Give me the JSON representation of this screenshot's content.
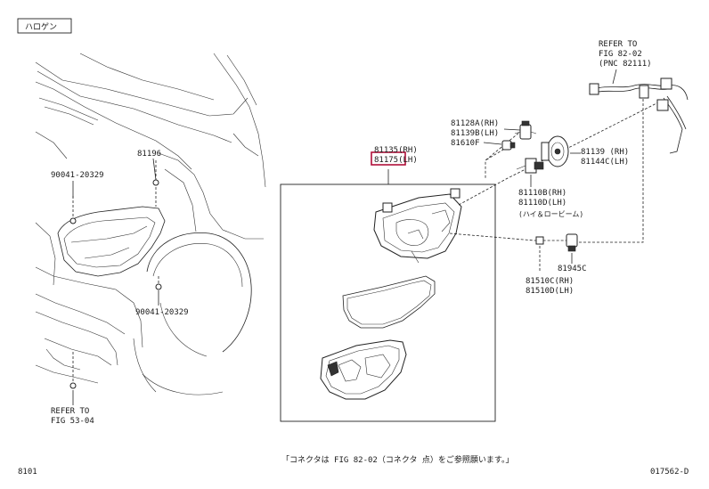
{
  "header": {
    "tag": "ハロゲン"
  },
  "footer": {
    "left_code": "8101",
    "note": "「コネクタは FIG 82-02（コネクタ 点）をご参照願います。」",
    "right_code": "017562-D"
  },
  "refs": {
    "fig82_l1": "REFER TO",
    "fig82_l2": "FIG 82-02",
    "fig82_l3": "(PNC 82111)",
    "fig53_l1": "REFER TO",
    "fig53_l2": "FIG 53-04"
  },
  "parts": {
    "p81196": "81196",
    "p90041_top": "90041-20329",
    "p90041_bottom": "90041-20329",
    "p81135": "81135(RH)",
    "p81175": "81175(LH)",
    "p81128a": "81128A(RH)",
    "p81139b": "81139B(LH)",
    "p81610f": "81610F",
    "p81139": "81139 (RH)",
    "p81144c": "81144C(LH)",
    "p81110b": "81110B(RH)",
    "p81110d": "81110D(LH)",
    "p81110_note": "(ハイ＆ロービーム)",
    "p81945c": "81945C",
    "p81510c": "81510C(RH)",
    "p81510d": "81510D(LH)"
  },
  "colors": {
    "highlight": "#b0103a",
    "ink": "#1a1a1a"
  }
}
